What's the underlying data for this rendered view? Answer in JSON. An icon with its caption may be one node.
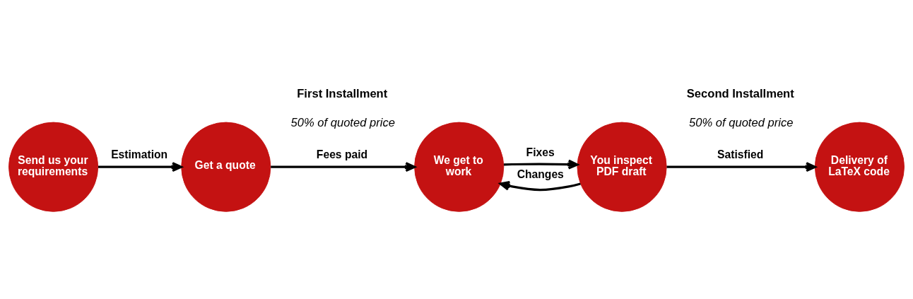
{
  "diagram": {
    "nodes": [
      {
        "text": [
          "Send us your requirements"
        ]
      },
      {
        "text": [
          "Get a quote"
        ]
      },
      {
        "text": [
          "We get to work"
        ]
      },
      {
        "text": [
          "You inspect PDF draft"
        ]
      },
      {
        "text": [
          "Delivery of LaTeX code"
        ]
      }
    ],
    "edges": [
      {
        "from": 0,
        "to": 1,
        "arrow": "to",
        "label": "Estimation"
      },
      {
        "from": 1,
        "to": 2,
        "arrow": "to",
        "label": "Fees paid"
      },
      {
        "from": 3,
        "to": 2,
        "arrow": "to",
        "label": "Changes"
      },
      {
        "from": 2,
        "to": 3,
        "arrow": "to",
        "label": "Fixes"
      },
      {
        "from": 3,
        "to": 4,
        "arrow": "to",
        "label": "Satisfied"
      }
    ],
    "labels": [
      "First Installment",
      "50% of quoted price",
      "Second Installment",
      "50% of quoted price"
    ]
  }
}
